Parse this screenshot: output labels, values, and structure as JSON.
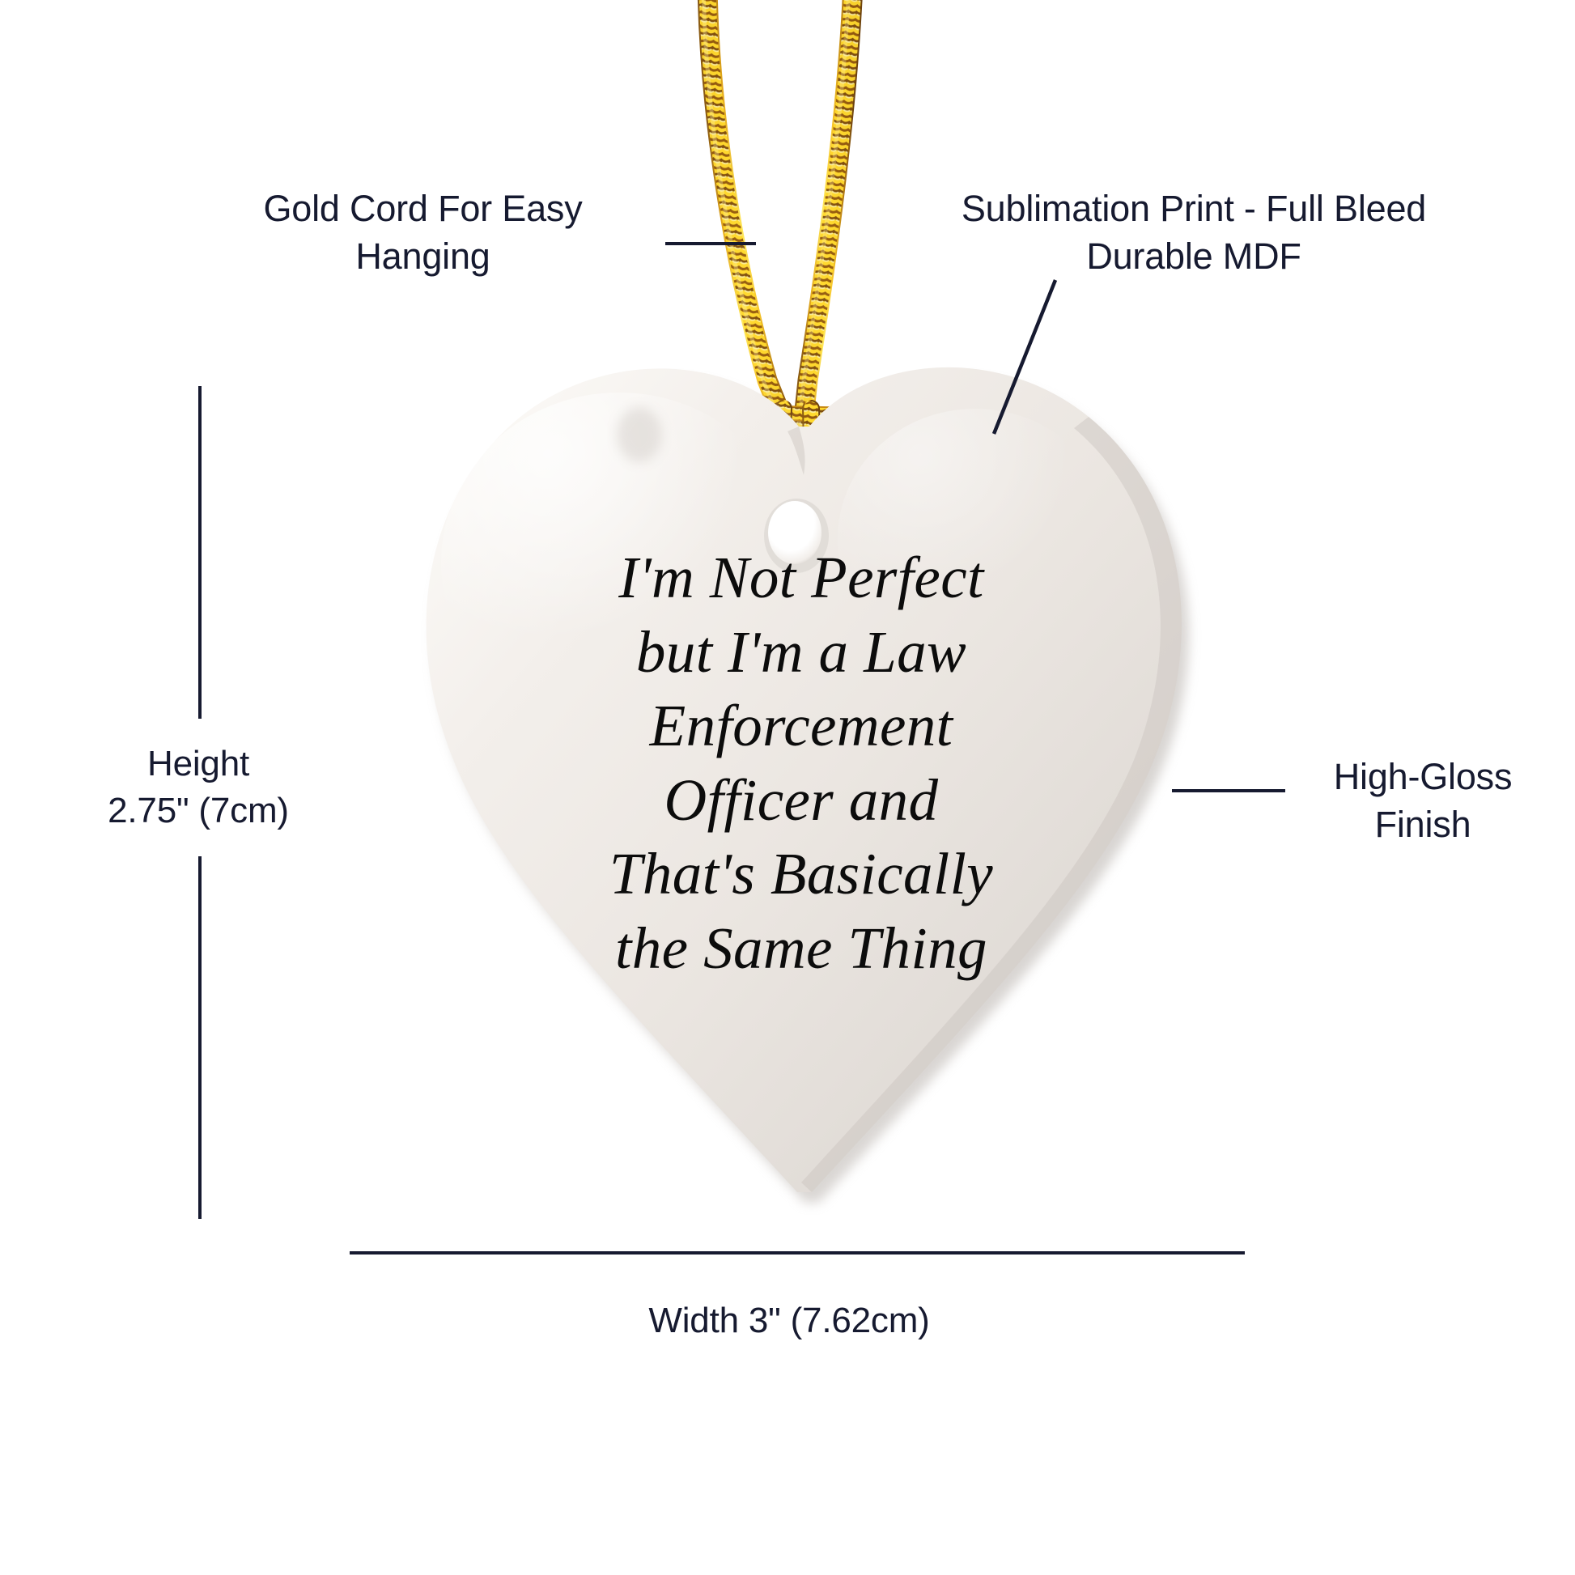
{
  "product": {
    "type": "heart-shaped MDF christmas ornament",
    "surface_color": "#efeae5",
    "quote_text": "I'm Not Perfect\nbut I'm a Law\nEnforcement\nOfficer and\nThat's Basically\nthe Same Thing",
    "quote_color": "#0c0c0c"
  },
  "annotations": {
    "gold_cord": {
      "label": "Gold Cord For Easy\nHanging",
      "icon": "leader-line-horizontal"
    },
    "sublimation": {
      "label": "Sublimation Print - Full Bleed\nDurable MDF",
      "icon": "leader-line-diagonal"
    },
    "gloss": {
      "label": "High-Gloss\nFinish",
      "icon": "leader-line-horizontal"
    }
  },
  "dimensions": {
    "height": {
      "label": "Height\n2.75\" (7cm)",
      "value_in": "2.75\"",
      "value_cm": "7cm",
      "icon": "dimension-line-vertical"
    },
    "width": {
      "label": "Width 3\" (7.62cm)",
      "value_in": "3\"",
      "value_cm": "7.62cm",
      "icon": "dimension-line-horizontal"
    }
  },
  "colors": {
    "text": "#161a30",
    "line": "#161a30",
    "background": "#ffffff",
    "cord_gold_light": "#ffe14a",
    "cord_gold_mid": "#e8a81c",
    "cord_gold_dark": "#7a4b10"
  }
}
